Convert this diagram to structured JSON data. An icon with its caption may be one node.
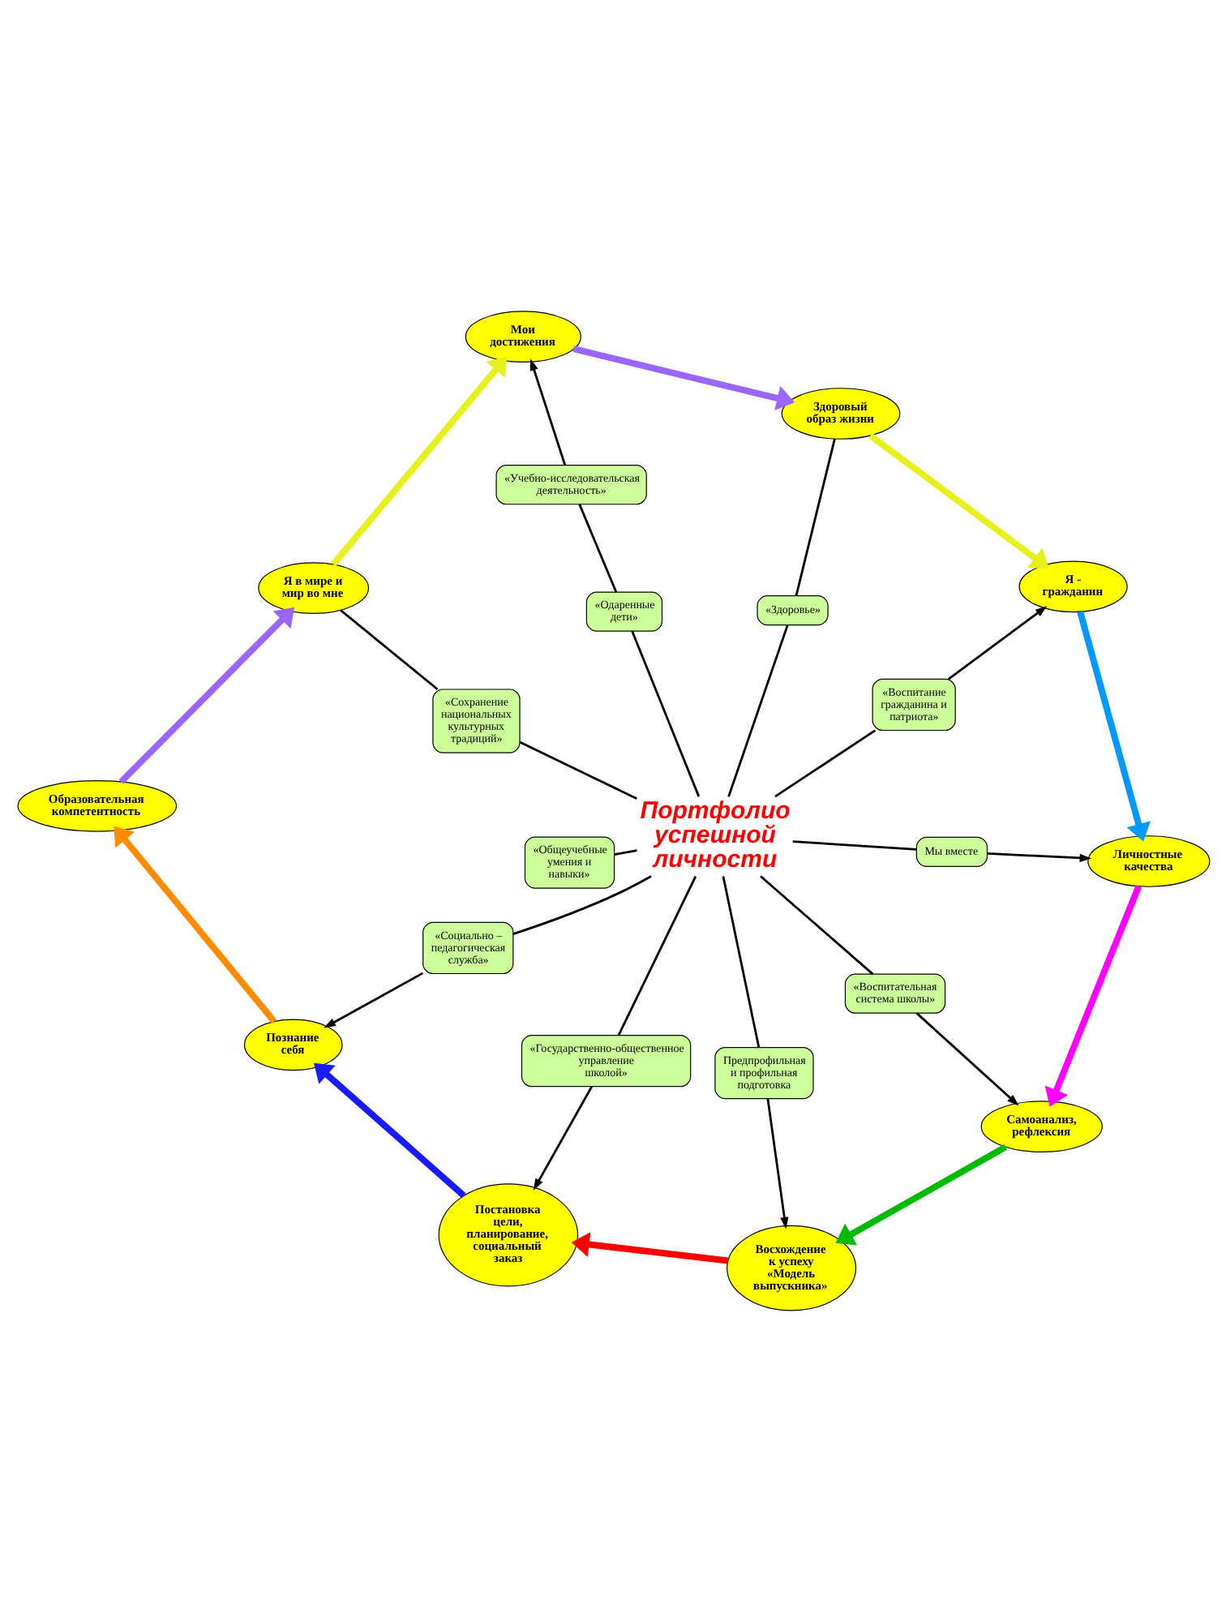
{
  "diagram": {
    "nodes": [
      {
        "text": [
          "Мои достижения"
        ]
      },
      {
        "text": [
          "Здоровый образ жизни"
        ]
      },
      {
        "text": [
          "«Учебно-исследовательская деятельность»"
        ]
      },
      {
        "text": [
          "«Здоровье»"
        ]
      },
      {
        "text": [
          "Я в мире и мир во мне"
        ]
      },
      {
        "text": [
          "Я - гражданин"
        ]
      },
      {
        "text": [
          "«Сохранение национальных культурных традиций»"
        ]
      },
      {
        "text": [
          "«Одаренные дети»"
        ]
      },
      {
        "text": [
          "«Воспитание гражданина и патриота»"
        ]
      },
      {
        "text": [
          "Образовательная компетентность"
        ]
      },
      {
        "text": [
          "«Общеучебные умения и навыки»"
        ]
      },
      {
        "text": [
          "Портфолио успешной личности"
        ]
      },
      {
        "text": [
          "Мы вместе"
        ]
      },
      {
        "text": [
          "Личностные качества"
        ]
      },
      {
        "text": [
          "«Социально – педагогическая служба»"
        ]
      },
      {
        "text": [
          "«Воспитательная система школы»"
        ]
      },
      {
        "text": [
          "Предпрофильная и профильная подготовка"
        ]
      },
      {
        "text": [
          "«Государственно-общественное управление школой»"
        ]
      },
      {
        "text": [
          "Познание себя"
        ]
      },
      {
        "text": [
          "Самоанализ, рефлексия"
        ]
      },
      {
        "text": [
          "Постановка цели, планирование, социальный заказ"
        ]
      },
      {
        "text": [
          "Восхождение к успеху «Модель выпускника»"
        ]
      }
    ],
    "edges": [
      {
        "from": 11,
        "to": 7,
        "arrow": "none"
      },
      {
        "from": 7,
        "to": 2,
        "arrow": "none"
      },
      {
        "from": 2,
        "to": 0,
        "arrow": "to"
      },
      {
        "from": 11,
        "to": 3,
        "arrow": "none"
      },
      {
        "from": 3,
        "to": 1,
        "arrow": "none"
      },
      {
        "from": 11,
        "to": 6,
        "arrow": "none"
      },
      {
        "from": 6,
        "to": 4,
        "arrow": "none"
      },
      {
        "from": 11,
        "to": 8,
        "arrow": "none"
      },
      {
        "from": 8,
        "to": 5,
        "arrow": "to"
      },
      {
        "from": 11,
        "to": 10,
        "arrow": "none"
      },
      {
        "from": 11,
        "to": 12,
        "arrow": "none"
      },
      {
        "from": 12,
        "to": 13,
        "arrow": "to"
      },
      {
        "from": 11,
        "to": 15,
        "arrow": "none"
      },
      {
        "from": 15,
        "to": 19,
        "arrow": "to"
      },
      {
        "from": 11,
        "to": 14,
        "arrow": "none"
      },
      {
        "from": 14,
        "to": 18,
        "arrow": "to"
      },
      {
        "from": 11,
        "to": 17,
        "arrow": "none"
      },
      {
        "from": 17,
        "to": 20,
        "arrow": "to"
      },
      {
        "from": 11,
        "to": 16,
        "arrow": "none"
      },
      {
        "from": 16,
        "to": 21,
        "arrow": "to"
      },
      {
        "from": 4,
        "to": 0,
        "arrow": "to",
        "style": "thick",
        "color": "#e6f01a"
      },
      {
        "from": 0,
        "to": 1,
        "arrow": "to",
        "style": "thick",
        "color": "#9966ff"
      },
      {
        "from": 1,
        "to": 5,
        "arrow": "to",
        "style": "thick",
        "color": "#e6f01a"
      },
      {
        "from": 5,
        "to": 13,
        "arrow": "to",
        "style": "thick",
        "color": "#0099ff"
      },
      {
        "from": 13,
        "to": 19,
        "arrow": "to",
        "style": "thick",
        "color": "#ff00ff"
      },
      {
        "from": 19,
        "to": 21,
        "arrow": "to",
        "style": "thick",
        "color": "#00bb00"
      },
      {
        "from": 21,
        "to": 20,
        "arrow": "to",
        "style": "thick",
        "color": "#ff0000"
      },
      {
        "from": 20,
        "to": 18,
        "arrow": "to",
        "style": "thick",
        "color": "#1a1aff"
      },
      {
        "from": 18,
        "to": 9,
        "arrow": "to",
        "style": "thick",
        "color": "#ff8c00"
      },
      {
        "from": 9,
        "to": 4,
        "arrow": "to",
        "style": "thick",
        "color": "#9966ff"
      }
    ]
  }
}
